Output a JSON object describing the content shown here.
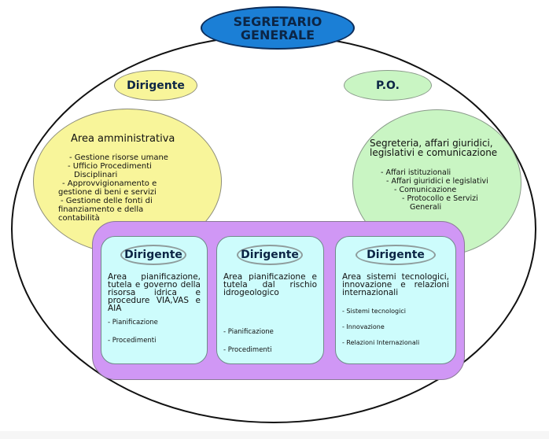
{
  "diagram": {
    "root": {
      "label": "SEGRETARIO GENERALE",
      "line1": "SEGRETARIO",
      "line2": "GENERALE",
      "color": "#1b7fd6"
    },
    "top_left": {
      "role": "Dirigente",
      "color": "#f8f59a",
      "area": {
        "title": "Area amministrativa",
        "items": [
          "- Gestione risorse umane",
          "- Ufficio Procedimenti",
          "Disciplinari",
          "- Approvvigionamento e",
          "gestione di beni e servizi",
          "- Gestione delle fonti di",
          "finanziamento e della",
          "contabilità"
        ]
      }
    },
    "top_right": {
      "role": "P.O.",
      "color": "#c9f5c3",
      "area": {
        "title_line1": "Segreteria, affari giuridici,",
        "title_line2": "legislativi e comunicazione",
        "items": [
          "- Affari istituzionali",
          "- Affari giuridici e legislativi",
          "- Comunicazione",
          "- Protocollo e Servizi",
          "Generali"
        ]
      }
    },
    "group_color": "#d097f5",
    "cards": [
      {
        "role": "Dirigente",
        "title": "Area pianificazione, tutela e governo della risorsa idrica e procedure VIA,VAS e AIA",
        "items": [
          "- Pianificazione",
          "- Procedimenti"
        ]
      },
      {
        "role": "Dirigente",
        "title": "Area pianificazione e tutela dal rischio idrogeologico",
        "items": [
          "- Pianificazione",
          "- Procedimenti"
        ]
      },
      {
        "role": "Dirigente",
        "title": "Area sistemi tecnologici, innovazione e relazioni internazionali",
        "items": [
          "- Sistemi tecnologici",
          "- Innovazione",
          "- Relazioni Internazionali"
        ]
      }
    ]
  }
}
